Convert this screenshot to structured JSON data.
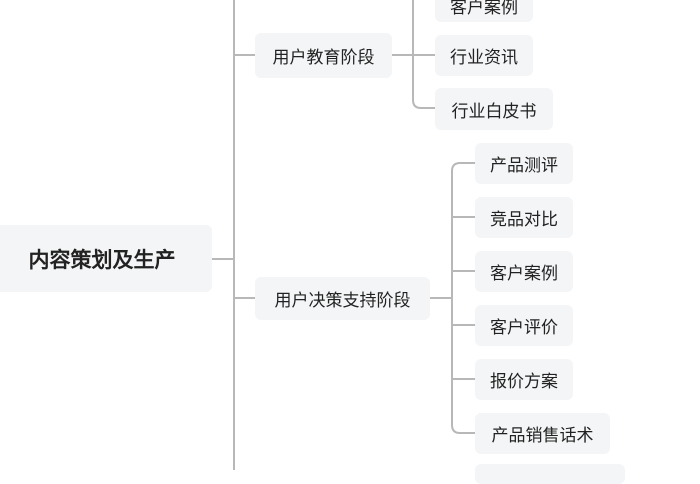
{
  "root": {
    "label": "内容策划及生产"
  },
  "branches": [
    {
      "label": "用户教育阶段",
      "children": [
        "客户案例",
        "行业资讯",
        "行业白皮书"
      ]
    },
    {
      "label": "用户决策支持阶段",
      "children": [
        "产品测评",
        "竞品对比",
        "客户案例",
        "客户评价",
        "报价方案",
        "产品销售话术"
      ]
    }
  ],
  "colors": {
    "line": "#b8b8b8",
    "node_bg": "#f4f5f7"
  }
}
